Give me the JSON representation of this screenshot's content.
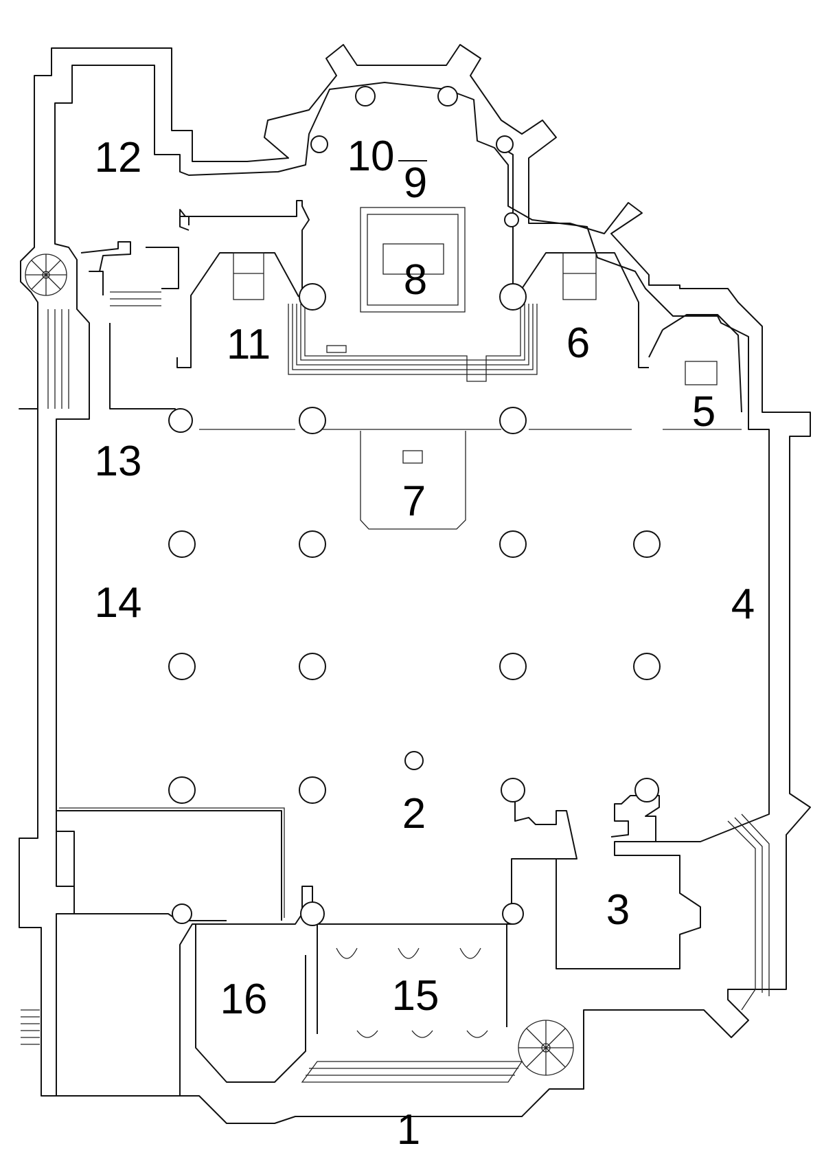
{
  "plan": {
    "labels": {
      "l1": "1",
      "l2": "2",
      "l3": "3",
      "l4": "4",
      "l5": "5",
      "l6": "6",
      "l7": "7",
      "l8": "8",
      "l9": "9",
      "l10": "10",
      "l11": "11",
      "l12": "12",
      "l13": "13",
      "l14": "14",
      "l15": "15",
      "l16": "16"
    }
  }
}
